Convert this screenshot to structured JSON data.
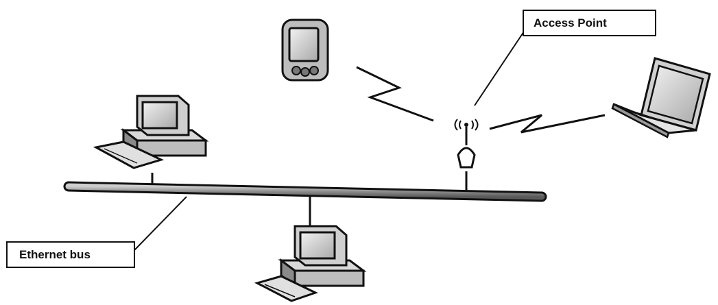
{
  "diagram": {
    "labels": {
      "access_point": "Access Point",
      "ethernet_bus": "Ethernet bus"
    },
    "nodes": [
      {
        "id": "desktop-top-left",
        "kind": "desktop-computer",
        "link": "wired"
      },
      {
        "id": "desktop-bottom",
        "kind": "desktop-computer",
        "link": "wired"
      },
      {
        "id": "access-point",
        "kind": "wireless-access-point",
        "link": "wired"
      },
      {
        "id": "pda",
        "kind": "handheld-pda",
        "link": "wireless"
      },
      {
        "id": "laptop",
        "kind": "laptop-computer",
        "link": "wireless"
      }
    ],
    "colors": {
      "ink": "#111111",
      "bus_fill": "#9a9a9a",
      "device_light": "#e6e6e6",
      "device_mid": "#bdbdbd",
      "device_dark": "#8a8a8a"
    }
  }
}
